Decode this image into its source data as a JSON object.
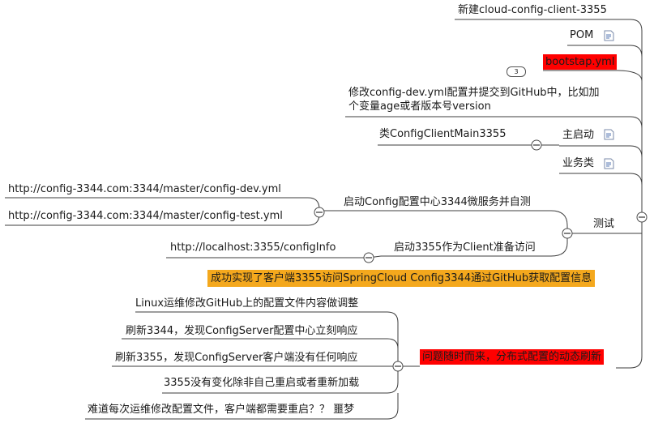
{
  "nodes": {
    "client_new": "新建cloud-config-client-3355",
    "pom": "POM",
    "bootstrap": "bootstap.yml",
    "bootstrap_badge": "3",
    "modify_config_line1": "修改config-dev.yml配置并提交到GitHub中，比如加",
    "modify_config_line2": "个变量age或者版本号version",
    "main_class": "类ConfigClientMain3355",
    "main_start": "主启动",
    "business": "业务类",
    "test": "测试",
    "start_config_center": "启动Config配置中心3344微服务并自测",
    "url_dev": "http://config-3344.com:3344/master/config-dev.yml",
    "url_test": "http://config-3344.com:3344/master/config-test.yml",
    "start_client": "启动3355作为Client准备访问",
    "url_client": "http://localhost:3355/configInfo",
    "success": "成功实现了客户端3355访问SpringCloud Config3344通过GitHub获取配置信息",
    "problem": "问题随时而来，分布式配置的动态刷新",
    "p1": "Linux运维修改GitHub上的配置文件内容做调整",
    "p2": "刷新3344，发现ConfigServer配置中心立刻响应",
    "p3": "刷新3355，发现ConfigServer客户端没有任何响应",
    "p4": "3355没有变化除非自己重启或者重新加载",
    "p5": "难道每次运维修改配置文件，客户端都需要重启？？ 噩梦"
  },
  "colors": {
    "highlight_red": "#ff0000",
    "highlight_orange": "#f4a81d",
    "line": "#3c3c3c"
  },
  "icons": [
    "note-icon",
    "collapse-toggle-icon"
  ]
}
